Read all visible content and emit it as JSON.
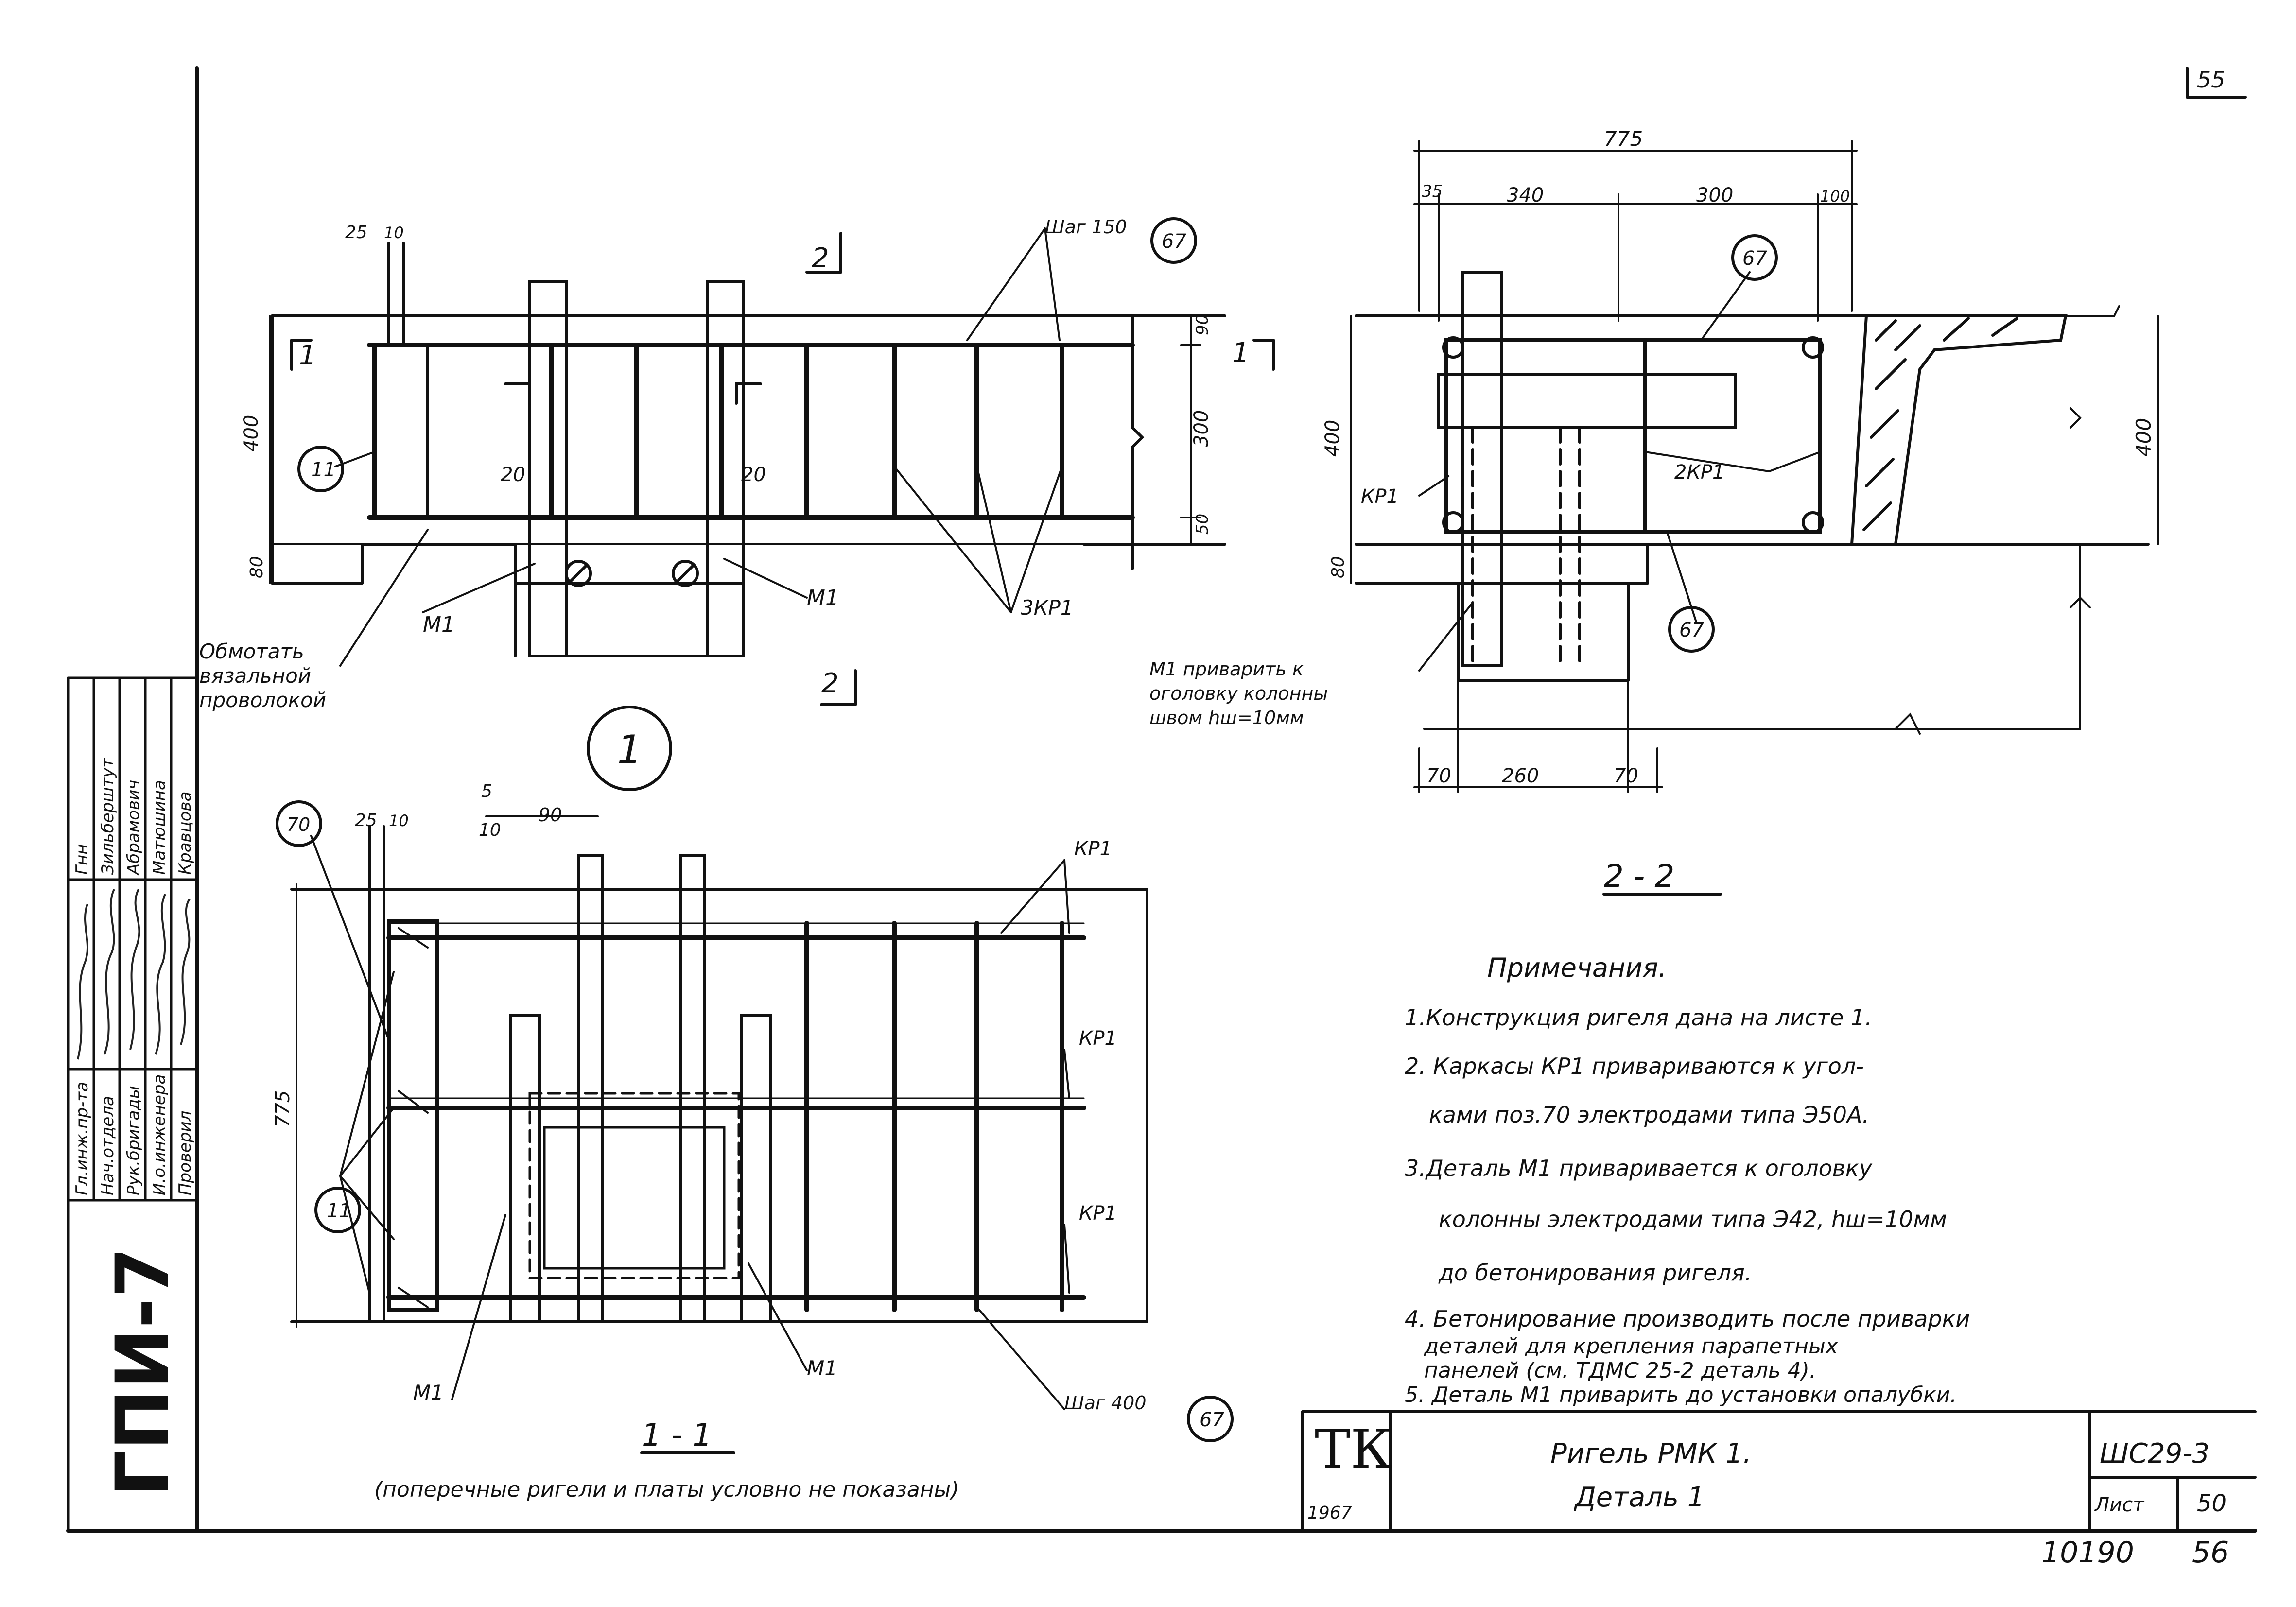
{
  "sheet": {
    "page_number": "55",
    "code": "ШС29-3",
    "sheet_label": "Лист",
    "sheet_number": "50",
    "archive_number": "10190",
    "archive_suffix": "56",
    "org_vertical": "ГПИ-7",
    "tk_logo": "ТК",
    "tk_year": "1967",
    "title_line1": "Ригель РМК 1.",
    "title_line2": "Деталь 1"
  },
  "stamp": {
    "roles": [
      "Гл.инж.пр-та",
      "Нач.отдела",
      "Рук.бригады",
      "И.о.инженера",
      "Проверил"
    ],
    "names": [
      "Гнн",
      "Зильберштут",
      "Абрамович",
      "Матюшина",
      "Кравцова"
    ]
  },
  "detail_mark": "1",
  "top_view": {
    "dims": [
      "25",
      "10",
      "400",
      "80",
      "90",
      "300",
      "50",
      "20",
      "20"
    ],
    "section_marks": [
      "2",
      "1",
      "1",
      "2"
    ],
    "labels": {
      "step": "Шаг 150",
      "pos67": "67",
      "pos11": "11",
      "m1_left": "М1",
      "m1_right": "М1",
      "kp": "3КР1"
    },
    "note_wrap": [
      "Обмотать",
      "вязальной",
      "проволокой"
    ]
  },
  "section_2_2": {
    "title": "2 - 2",
    "dims_top": [
      "775",
      "35",
      "340",
      "300",
      "100"
    ],
    "dims_side": [
      "400",
      "80",
      "400"
    ],
    "dims_bottom": [
      "70",
      "260",
      "70"
    ],
    "labels": {
      "kp1": "КР1",
      "kp2": "2КР1",
      "pos67_top": "67",
      "pos67_bottom": "67"
    },
    "weld_note": [
      "М1 приварить к",
      "оголовку колонны",
      "швом hш=10мм"
    ]
  },
  "section_1_1": {
    "title": "1 - 1",
    "caption": "(поперечные ригели и платы условно не показаны)",
    "dims": [
      "5",
      "10",
      "—90",
      "25",
      "10",
      "775"
    ],
    "labels": {
      "pos70": "70",
      "pos11": "11",
      "kp1_a": "КР1",
      "kp1_b": "КР1",
      "kp1_c": "КР1",
      "m1_left": "М1",
      "m1_right": "М1",
      "step": "Шаг 400",
      "pos67": "67"
    }
  },
  "notes": {
    "heading": "Примечания.",
    "lines": [
      "1.Конструкция ригеля дана на листе 1.",
      "2. Каркасы КР1 привариваются к угол-",
      "ками поз.70 электродами типа Э50А.",
      "3.Деталь М1 приваривается к оголовку",
      "колонны электродами типа Э42, hш=10мм",
      "до бетонирования ригеля.",
      "4. Бетонирование производить после приварки",
      "деталей для крепления парапетных",
      "панелей (см. ТДМС 25-2 деталь 4).",
      "5. Деталь М1 приварить до установки опалубки."
    ]
  }
}
